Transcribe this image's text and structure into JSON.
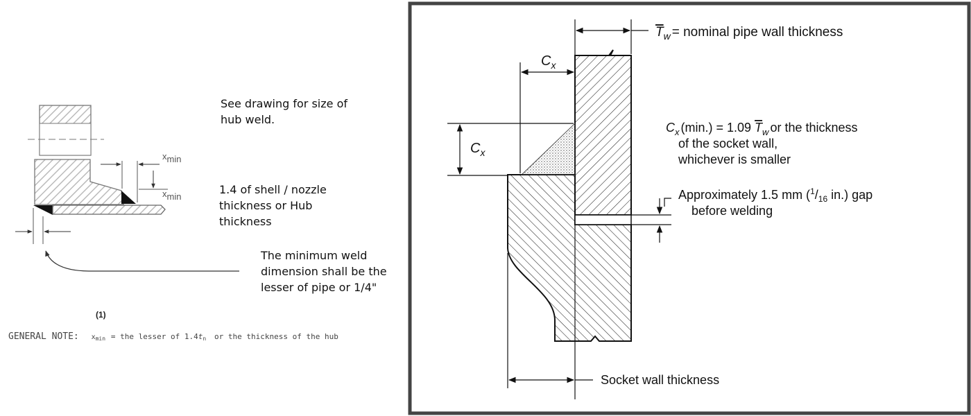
{
  "left_figure": {
    "annotations": {
      "hub_weld_line1": "See drawing for size of",
      "hub_weld_line2": "hub weld.",
      "thickness_line1": "1.4 of shell / nozzle",
      "thickness_line2": "thickness or Hub",
      "thickness_line3": "thickness",
      "min_weld_line1": "The minimum weld",
      "min_weld_line2": "dimension shall be the",
      "min_weld_line3": "lesser of pipe or 1/4\""
    },
    "xmin_label_1": "x",
    "xmin_label_1_sub": "min",
    "xmin_label_2": "x",
    "xmin_label_2_sub": "min",
    "figure_number": "(1)",
    "general_note_label": "GENERAL NOTE:",
    "general_note_sym": "x",
    "general_note_sym_sub": "min",
    "general_note_text": "= the lesser of 1.4",
    "general_note_t": "t",
    "general_note_t_sub": "n",
    "general_note_tail": "or the thickness of the hub"
  },
  "right_figure": {
    "tw_symbol": "T",
    "tw_sub": "w",
    "tw_text": "= nominal pipe wall thickness",
    "cx_top_symbol": "C",
    "cx_top_sub": "x",
    "cx_left_symbol": "C",
    "cx_left_sub": "x",
    "cx_formula_symbol": "C",
    "cx_formula_sub": "x",
    "cx_formula_a": "(min.) = 1.09",
    "cx_formula_t": "T",
    "cx_formula_t_sub": "w",
    "cx_formula_b": "or the thickness",
    "cx_line2": "of the socket wall,",
    "cx_line3": "whichever is smaller",
    "gap_a": "Approximately 1.5 mm (",
    "gap_num": "1",
    "gap_slash": "/",
    "gap_den": "16",
    "gap_b": " in.) gap",
    "gap_line2": "before welding",
    "socket_label": "Socket wall thickness"
  }
}
